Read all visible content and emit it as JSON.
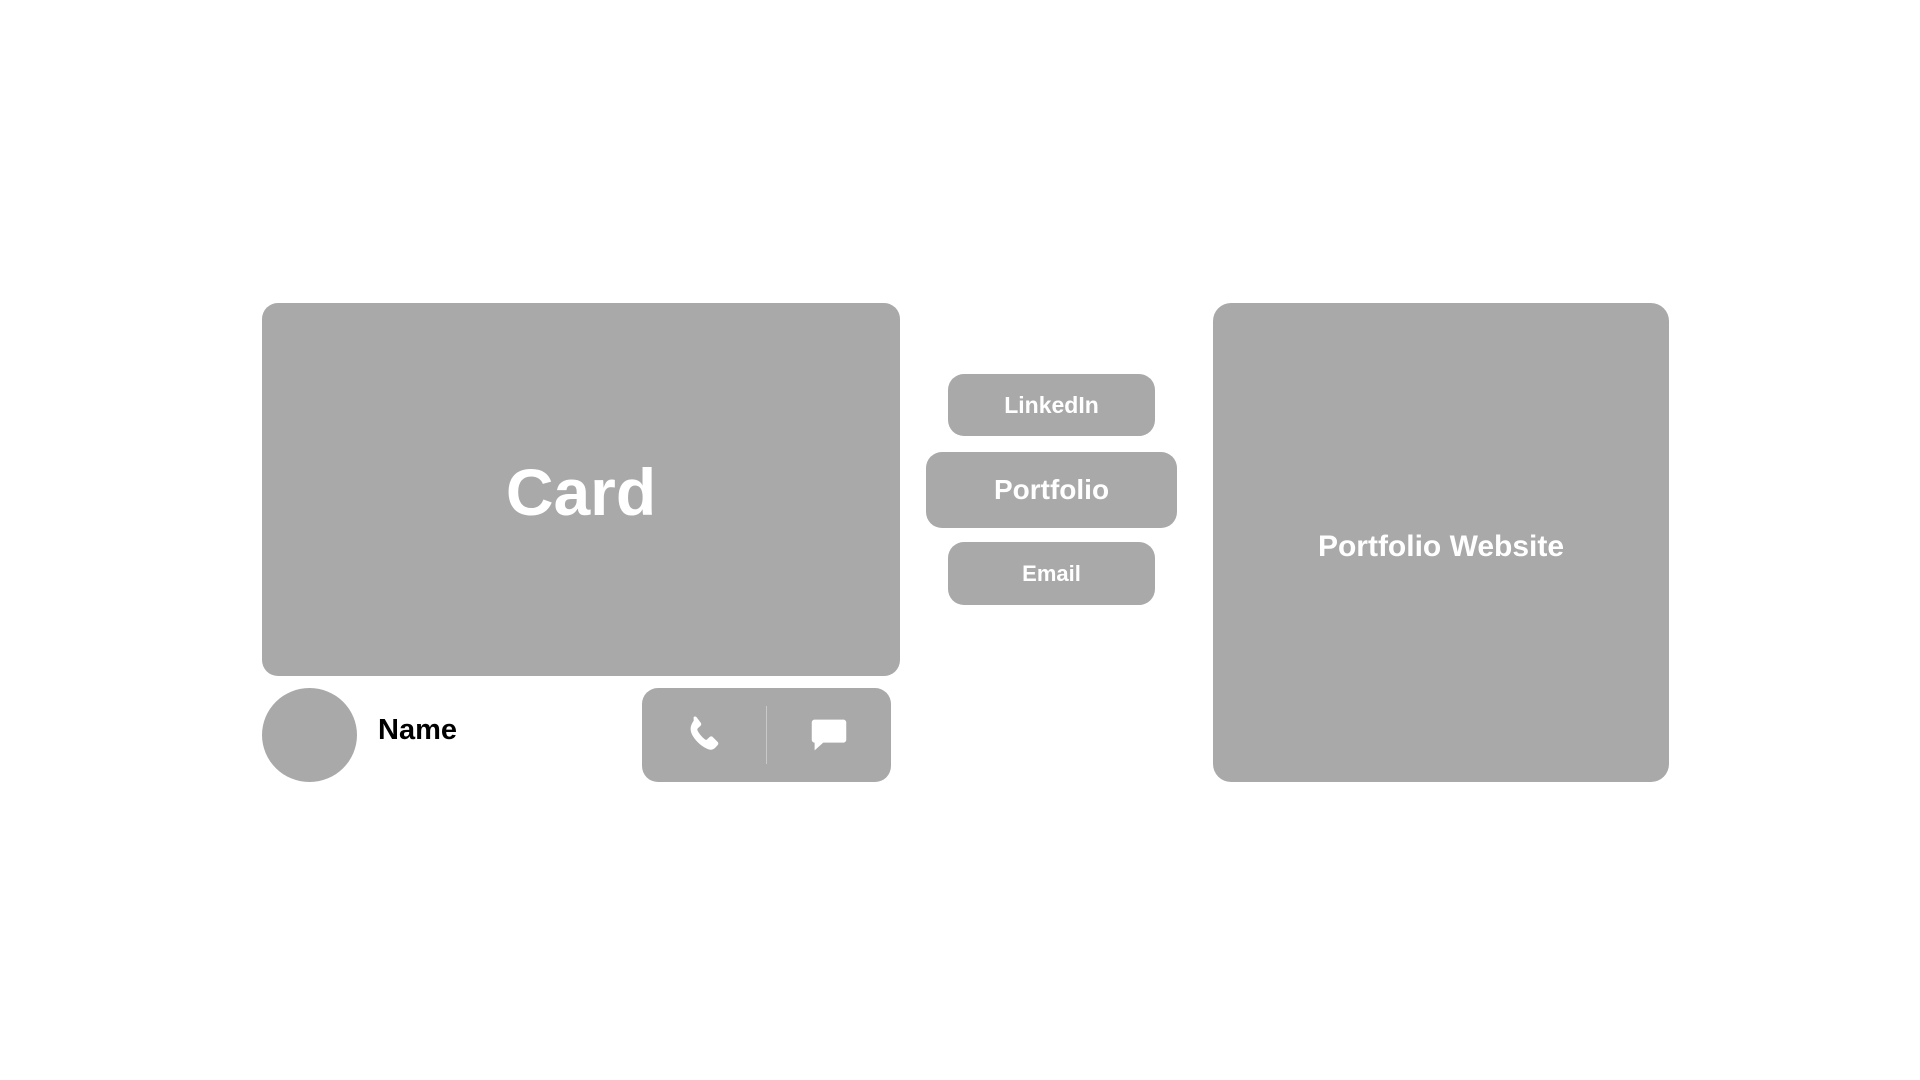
{
  "card": {
    "label": "Card"
  },
  "profile": {
    "name": "Name"
  },
  "actions": {
    "call_icon": "phone-icon",
    "message_icon": "message-icon"
  },
  "links": {
    "linkedin": "LinkedIn",
    "portfolio": "Portfolio",
    "email": "Email"
  },
  "website": {
    "label": "Portfolio Website"
  },
  "colors": {
    "block": "#a9a9a9",
    "block_text": "#ffffff",
    "name_text": "#000000",
    "background": "#ffffff"
  }
}
